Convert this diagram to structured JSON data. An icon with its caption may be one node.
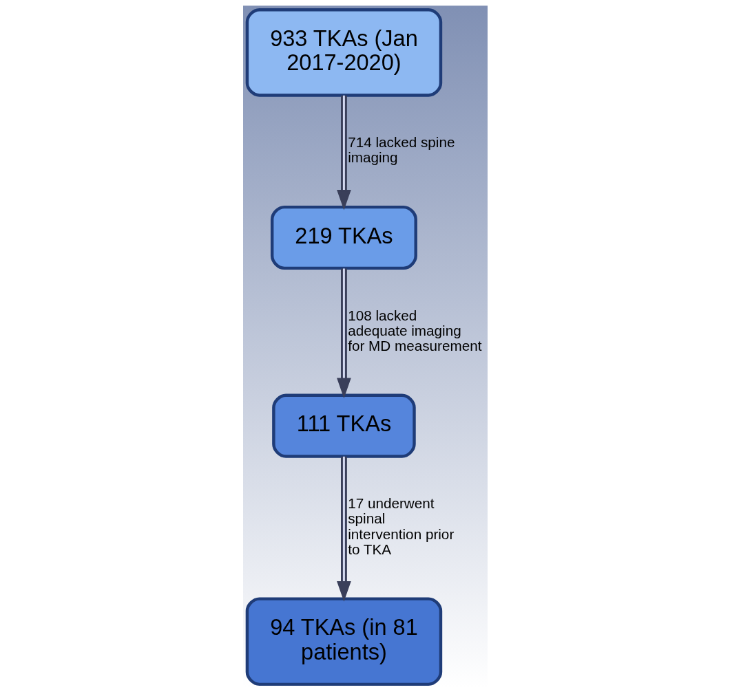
{
  "diagram": {
    "nodes": [
      {
        "text": [
          "933 TKAs (Jan 2017-2020)"
        ]
      },
      {
        "text": [
          "219 TKAs"
        ]
      },
      {
        "text": [
          "111 TKAs"
        ]
      },
      {
        "text": [
          "94 TKAs (in 81 patients)"
        ]
      }
    ],
    "edges": [
      {
        "from": 0,
        "to": 1,
        "arrow": "to",
        "label": "714 lacked spine imaging"
      },
      {
        "from": 1,
        "to": 2,
        "arrow": "to",
        "label": "108 lacked adequate imaging for MD measurement"
      },
      {
        "from": 2,
        "to": 3,
        "arrow": "to",
        "label": "17 underwent spinal intervention prior to TKA"
      }
    ]
  }
}
